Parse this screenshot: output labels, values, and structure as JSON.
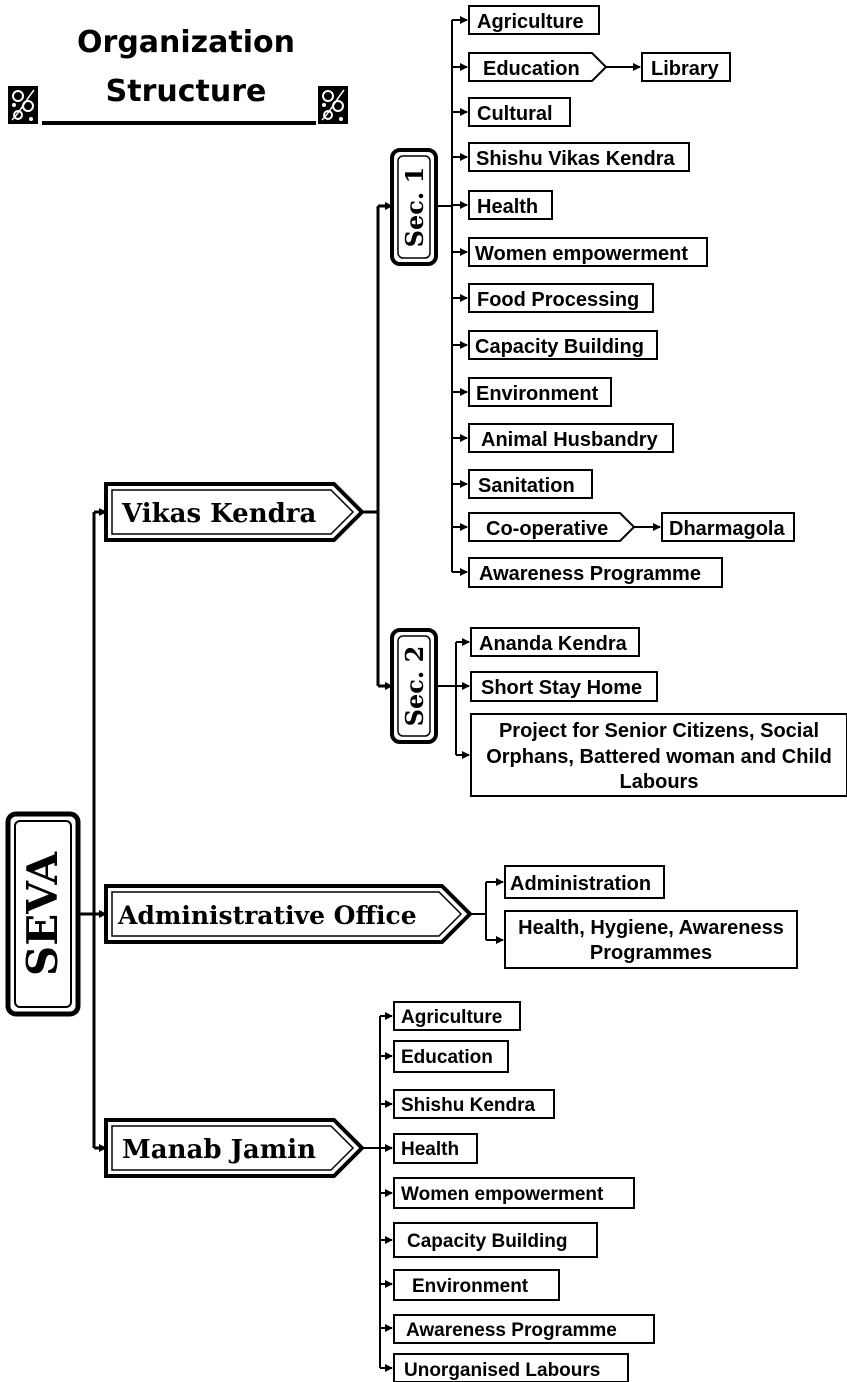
{
  "header": {
    "title_line1": "Organization",
    "title_line2": "Structure",
    "ornament": "floral-ornament-icon"
  },
  "root": {
    "label": "SEVA"
  },
  "branches": {
    "vikas_kendra": {
      "label": "Vikas Kendra",
      "sec1": {
        "label": "Sec. 1",
        "items": [
          "Agriculture",
          "Education",
          "Cultural",
          "Shishu Vikas Kendra",
          "Health",
          "Women empowerment",
          "Food Processing",
          "Capacity Building",
          "Environment",
          "Animal Husbandry",
          "Sanitation",
          "Co-operative",
          "Awareness Programme"
        ],
        "education_child": "Library",
        "cooperative_child": "Dharmagola"
      },
      "sec2": {
        "label": "Sec. 2",
        "items": [
          "Ananda Kendra",
          "Short Stay Home"
        ],
        "project_lines": [
          "Project for Senior Citizens, Social",
          "Orphans, Battered woman and Child",
          "Labours"
        ]
      }
    },
    "administrative_office": {
      "label": "Administrative Office",
      "items": [
        "Administration"
      ],
      "hygiene_lines": [
        "Health, Hygiene, Awareness",
        "Programmes"
      ]
    },
    "manab_jamin": {
      "label": "Manab Jamin",
      "items": [
        "Agriculture",
        "Education",
        "Shishu Kendra",
        "Health",
        "Women empowerment",
        "Capacity Building",
        "Environment",
        "Awareness Programme",
        "Unorganised Labours"
      ]
    }
  },
  "colors": {
    "ink": "#000000",
    "paper": "#ffffff"
  }
}
